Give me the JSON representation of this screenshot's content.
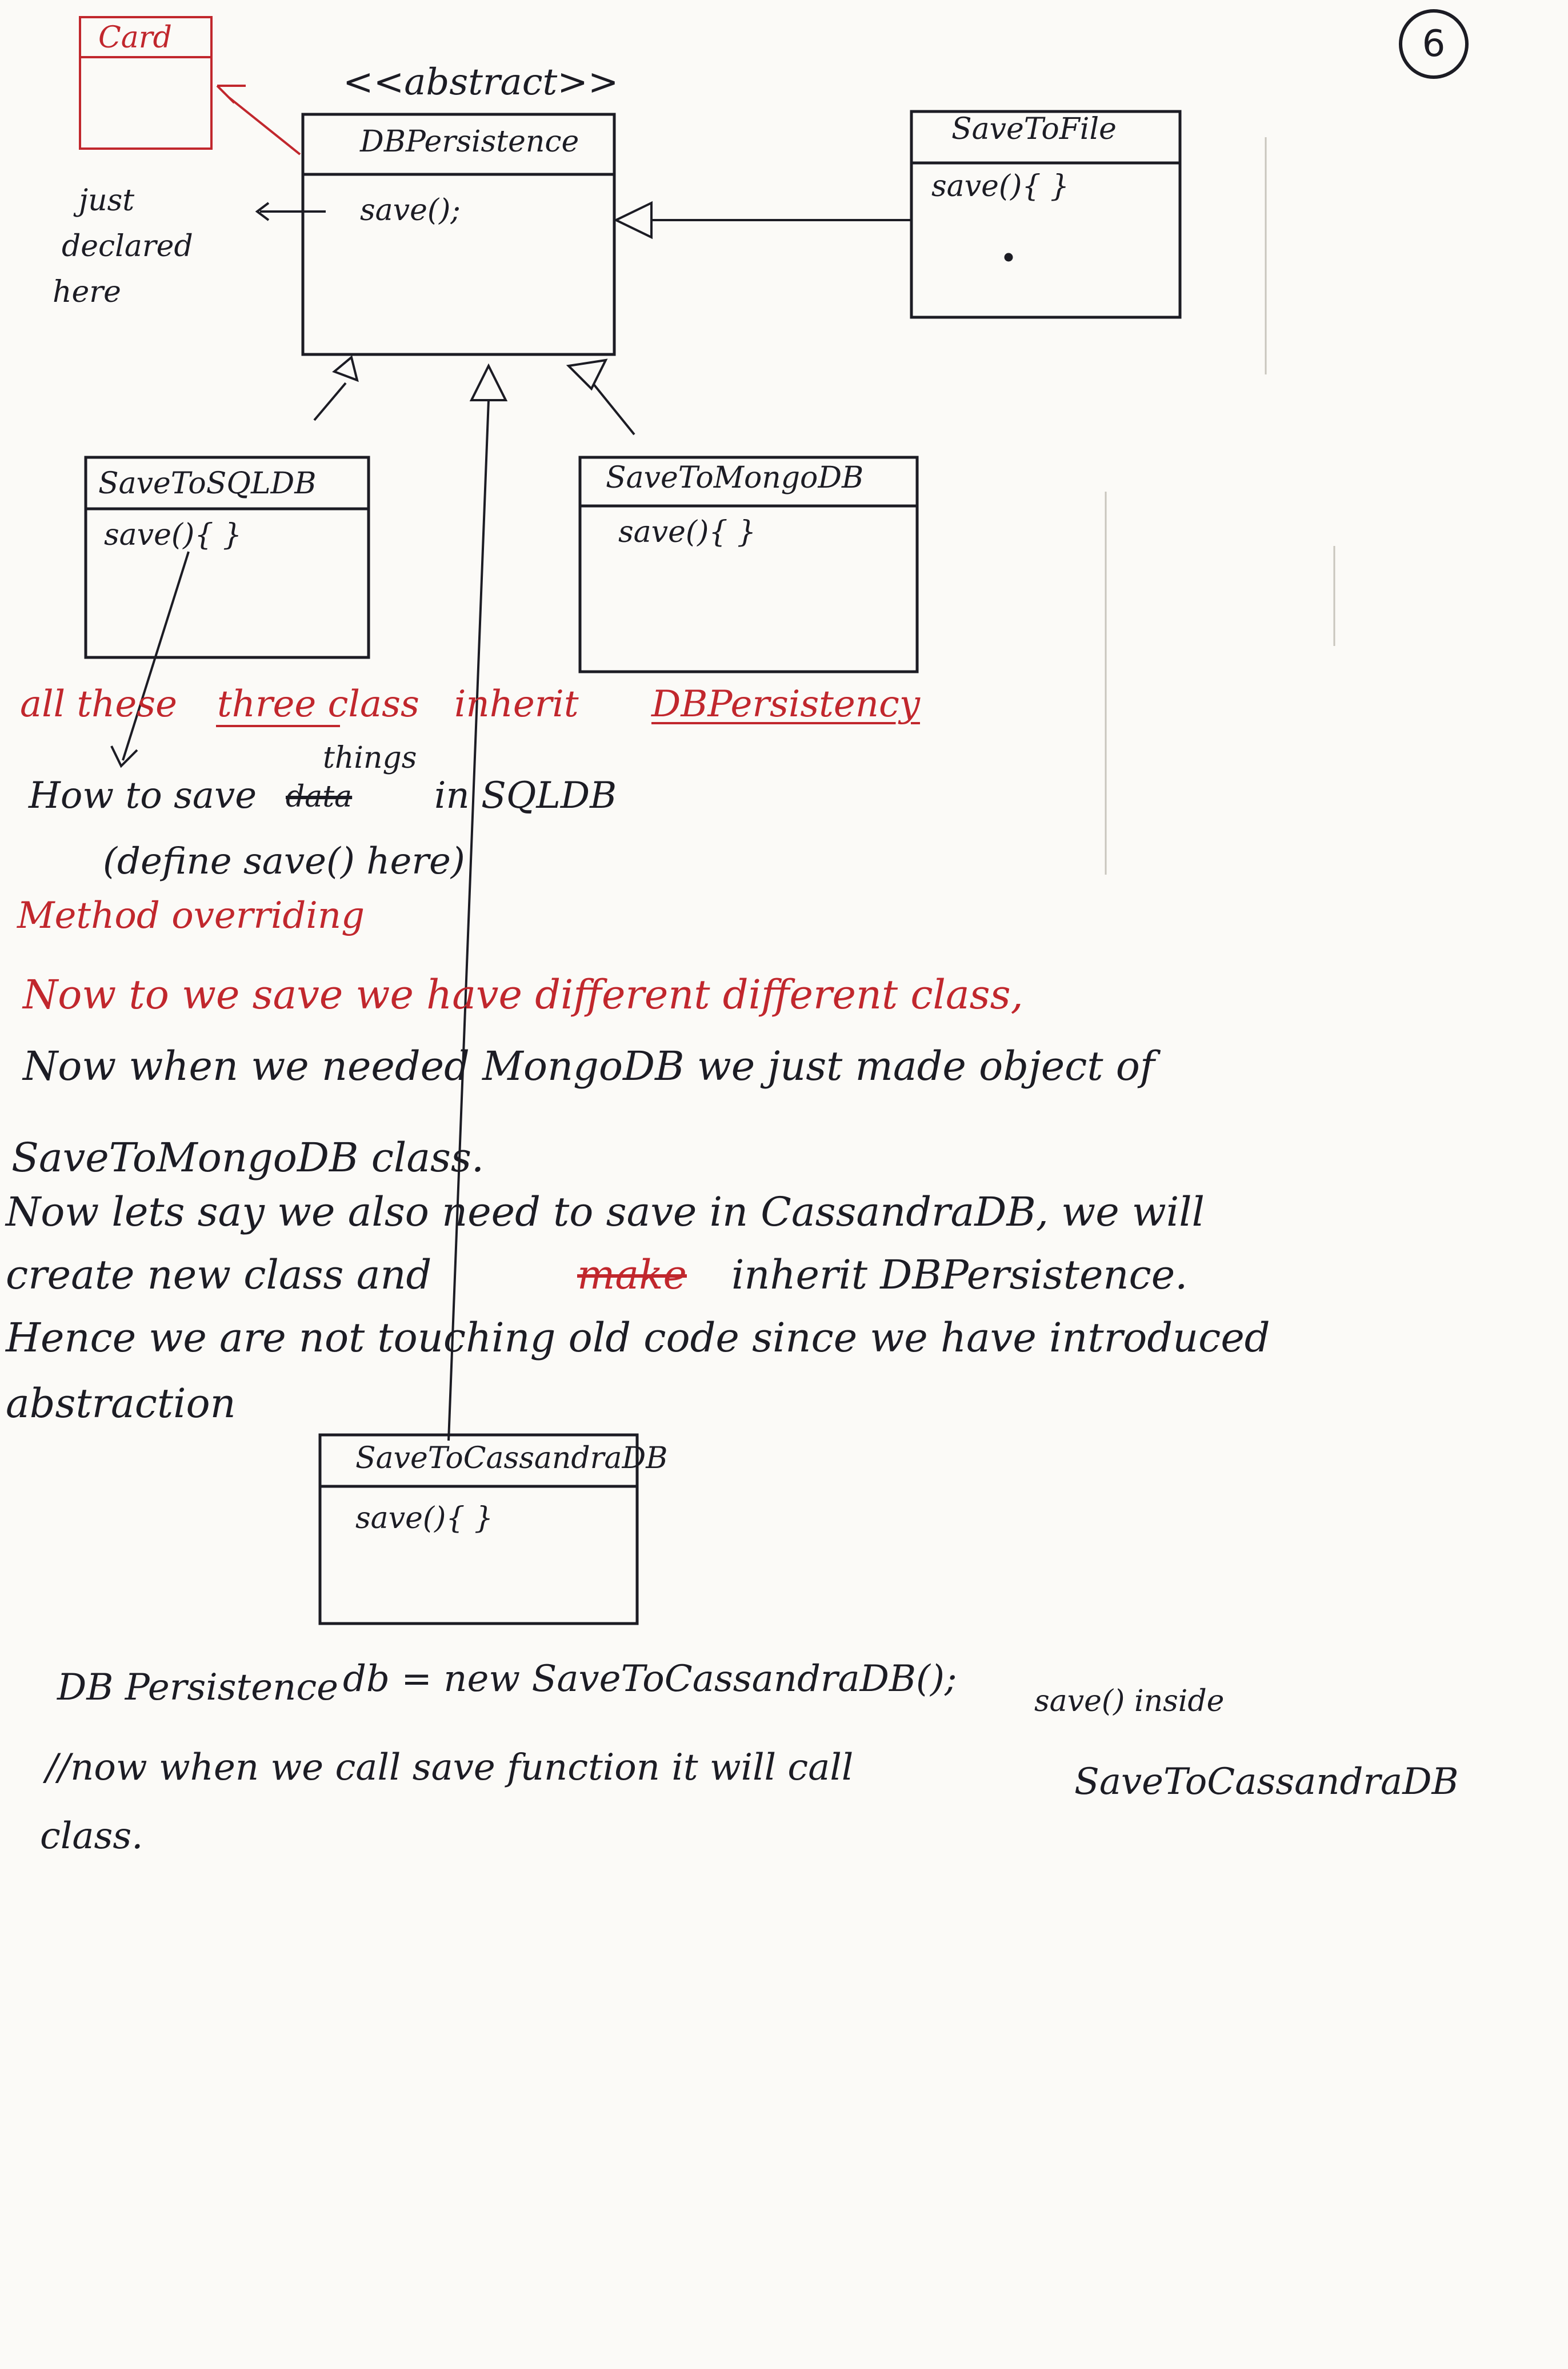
{
  "page_number": "6",
  "diagram": {
    "abstract_stereotype": "<<abstract>>",
    "base_class": {
      "name": "DBPersistence",
      "method": "save();"
    },
    "classes": [
      {
        "id": "file",
        "name": "SaveToFile",
        "method": "save(){ }"
      },
      {
        "id": "sql",
        "name": "SaveToSQLDB",
        "method": "save(){ }"
      },
      {
        "id": "mongo",
        "name": "SaveToMongoDB",
        "method": "save(){ }"
      },
      {
        "id": "cassandra",
        "name": "SaveToCassandraDB",
        "method": "save(){ }"
      }
    ],
    "side_class_label": "Card",
    "side_note": [
      "just",
      "declared",
      "here"
    ]
  },
  "notes": {
    "inherit_line": [
      "all these",
      "three class",
      "inherit",
      "DBPersistency"
    ],
    "how_to_save": [
      "How to save",
      "data",
      "things",
      "in SQLDB"
    ],
    "define_save": "(define save() here)",
    "method_overriding": "Method overriding",
    "para_red": "Now to we save we have different different class,",
    "para": [
      "Now when we needed MongoDB we just made object of",
      "SaveToMongoDB class.",
      "Now lets say we also need to save in CassandraDB, we will",
      "create new class and",
      "make",
      "inherit DBPersistence.",
      "Hence we are not touching old code since we have introduced",
      "abstraction"
    ],
    "code_line": [
      "DB Persistence",
      "db = new SaveToCassandraDB();"
    ],
    "save_inside": "save() inside",
    "comment_line": "//now when we call save function it will call",
    "comment_target": "SaveToCassandraDB",
    "comment_end": "class."
  },
  "colors": {
    "ink": "#1c1c24",
    "red_ink": "#c1272d",
    "paper": "#fbfaf7"
  }
}
